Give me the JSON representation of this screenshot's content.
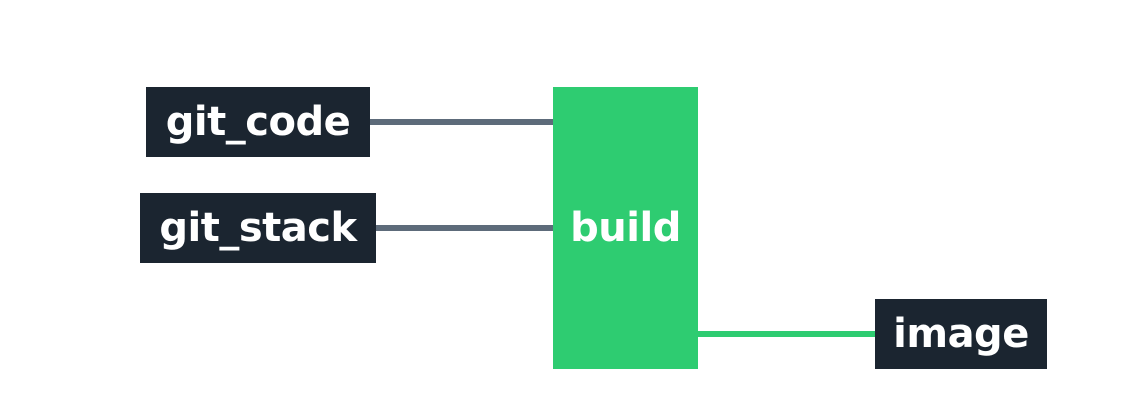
{
  "pipeline": {
    "inputs": [
      {
        "label": "git_code"
      },
      {
        "label": "git_stack"
      }
    ],
    "job": {
      "label": "build"
    },
    "outputs": [
      {
        "label": "image"
      }
    ]
  },
  "colors": {
    "resource_bg": "#1b2530",
    "job_bg": "#2ecc71",
    "input_wire": "#5d6b7a",
    "output_wire": "#2ecc71",
    "text": "#ffffff"
  }
}
